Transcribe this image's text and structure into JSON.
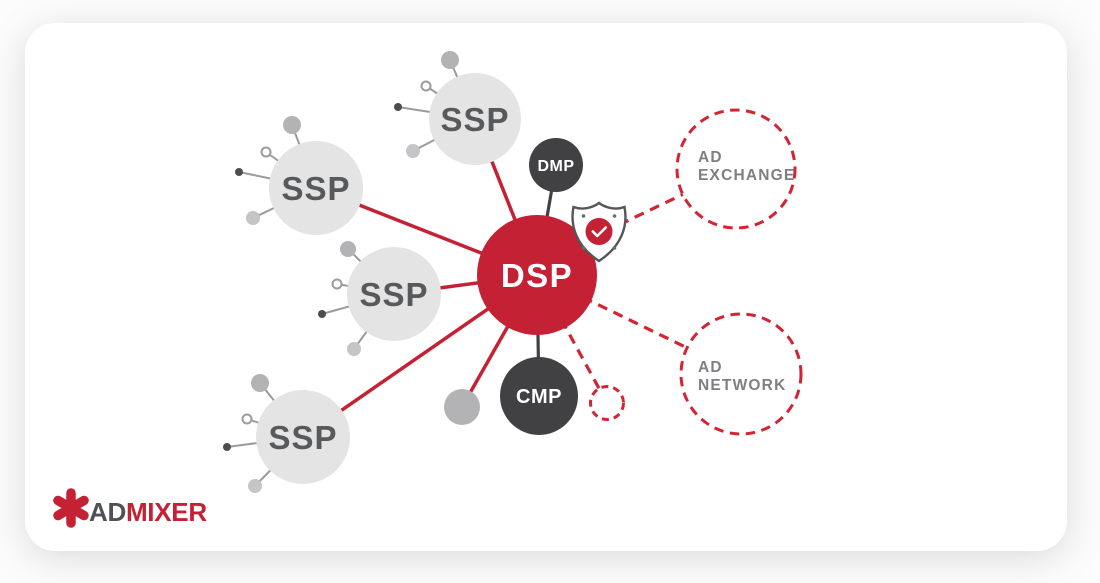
{
  "page": {
    "background": "#fcfcfd",
    "card_color": "#ffffff"
  },
  "colors": {
    "brand_red": "#c52134",
    "dash_red": "#d32433",
    "dark_node": "#414143",
    "ssp_fill": "#e4e4e5",
    "ssp_text": "#58595b",
    "outline_label_text": "#7d7f83",
    "satellite_gray": "#b3b3b5",
    "satellite_light": "#c5c5c7",
    "satellite_dark": "#4d4d4f",
    "connector_gray": "#9b9b9d",
    "shield_outline": "#55565a",
    "shield_dot": "#6a6b6e",
    "logo_dark": "#4e5256",
    "white": "#ffffff"
  },
  "nodes": {
    "dsp": {
      "label": "DSP"
    },
    "dmp": {
      "label": "DMP"
    },
    "cmp": {
      "label": "CMP"
    },
    "ssp_top": {
      "label": "SSP"
    },
    "ssp_upper_left": {
      "label": "SSP"
    },
    "ssp_middle_left": {
      "label": "SSP"
    },
    "ssp_bottom_left": {
      "label": "SSP"
    },
    "ad_exchange": {
      "label_line1": "AD",
      "label_line2": "EXCHANGE"
    },
    "ad_network": {
      "label_line1": "AD",
      "label_line2": "NETWORK"
    }
  },
  "icons": {
    "dsp_badge": "shield-check-icon",
    "logo_mark": "asterisk-icon"
  },
  "logo": {
    "name_part1": "AD",
    "name_part2": "MIXER"
  }
}
